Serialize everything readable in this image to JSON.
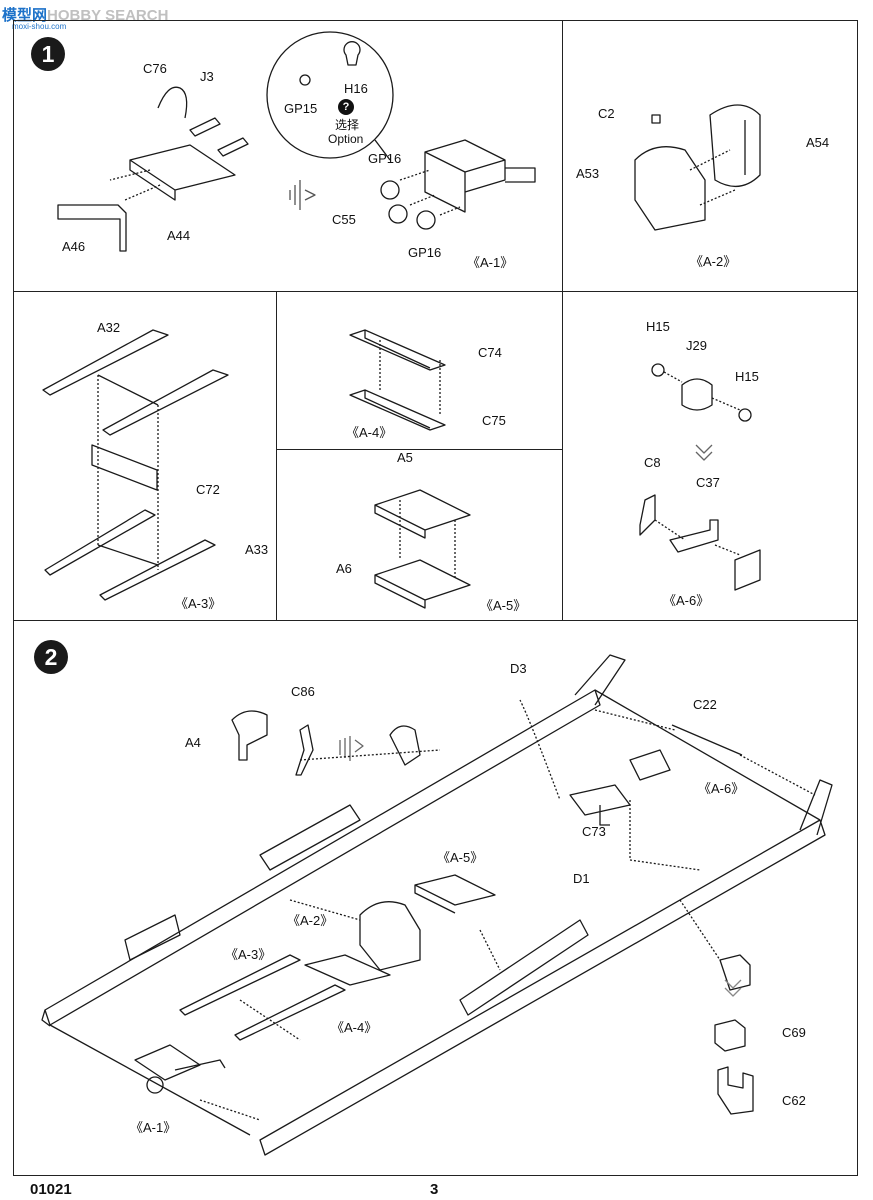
{
  "watermark": {
    "brand": "模型网",
    "search": "HOBBY SEARCH",
    "site": "moxi-shou.com"
  },
  "step1": {
    "number": "1",
    "a1": {
      "parts": [
        "C76",
        "J3",
        "A46",
        "A44",
        "C55",
        "GP16",
        "GP16"
      ],
      "option_parts": [
        "GP15",
        "H16"
      ],
      "option_cn": "选择",
      "option_en": "Option",
      "caption": "《A-1》"
    },
    "a2": {
      "parts": [
        "C2",
        "A53",
        "A54"
      ],
      "caption": "《A-2》"
    },
    "a3": {
      "parts": [
        "A32",
        "C72",
        "A33"
      ],
      "caption": "《A-3》"
    },
    "a4": {
      "parts": [
        "C74",
        "C75"
      ],
      "caption": "《A-4》"
    },
    "a5": {
      "parts": [
        "A5",
        "A6"
      ],
      "caption": "《A-5》"
    },
    "a6": {
      "parts": [
        "H15",
        "J29",
        "H15",
        "C8",
        "C37"
      ],
      "caption": "《A-6》"
    }
  },
  "step2": {
    "number": "2",
    "parts": [
      "C86",
      "A4",
      "D3",
      "C22",
      "C73",
      "D1",
      "C69",
      "C62"
    ],
    "subassemblies": [
      "《A-6》",
      "《A-5》",
      "《A-2》",
      "《A-3》",
      "《A-4》",
      "《A-1》"
    ]
  },
  "footer": {
    "kit_number": "01021",
    "page_number": "3"
  }
}
